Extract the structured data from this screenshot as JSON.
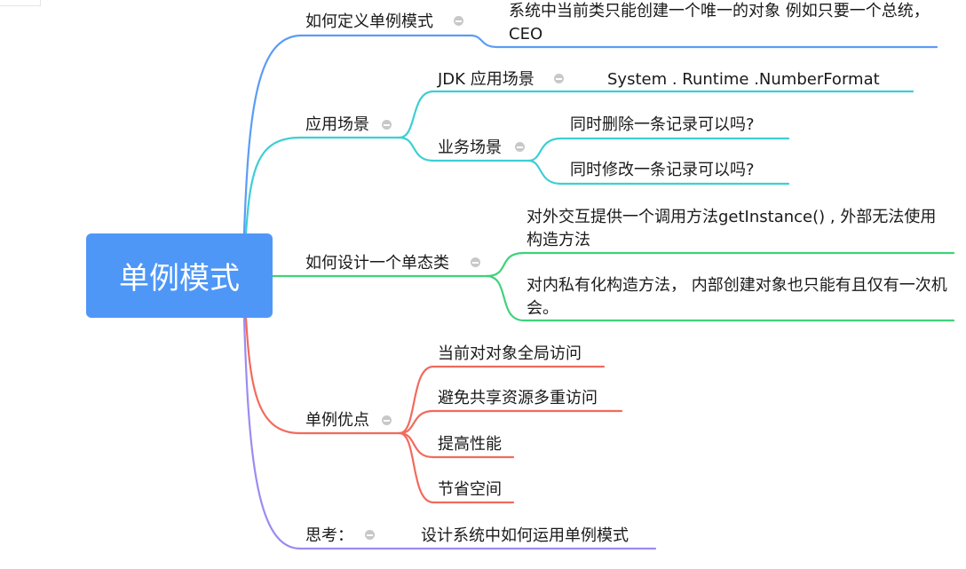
{
  "root": {
    "label": "单例模式"
  },
  "colors": {
    "root_fill": "#4e97f7",
    "blue": "#5b9cf5",
    "teal": "#3ccfd4",
    "green": "#3fd27a",
    "red": "#f26a5c",
    "purple": "#9b8cf0"
  },
  "branches": [
    {
      "label": "如何定义单例模式",
      "children": [
        {
          "label": "系统中当前类只能创建一个唯一的对象 例如只要一个总统，CEO"
        }
      ]
    },
    {
      "label": "应用场景",
      "children": [
        {
          "label": "JDK 应用场景",
          "children": [
            {
              "label": "System . Runtime .NumberFormat"
            }
          ]
        },
        {
          "label": "业务场景",
          "children": [
            {
              "label": "同时删除一条记录可以吗?"
            },
            {
              "label": "同时修改一条记录可以吗?"
            }
          ]
        }
      ]
    },
    {
      "label": "如何设计一个单态类",
      "children": [
        {
          "label": "对外交互提供一个调用方法getInstance() , 外部无法使用构造方法"
        },
        {
          "label": "对内私有化构造方法， 内部创建对象也只能有且仅有一次机会。"
        }
      ]
    },
    {
      "label": "单例优点",
      "children": [
        {
          "label": "当前对对象全局访问"
        },
        {
          "label": "避免共享资源多重访问"
        },
        {
          "label": "提高性能"
        },
        {
          "label": "节省空间"
        }
      ]
    },
    {
      "label": "思考：",
      "children": [
        {
          "label": "设计系统中如何运用单例模式"
        }
      ]
    }
  ]
}
